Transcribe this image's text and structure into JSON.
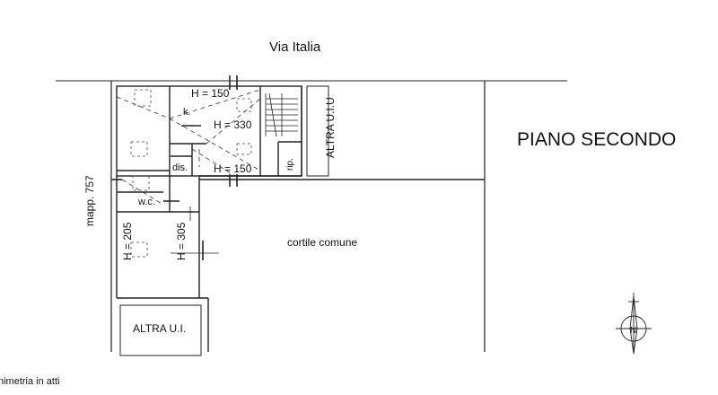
{
  "plan": {
    "street": "Via Italia",
    "floor_title": "PIANO SECONDO",
    "parcel_label": "mapp. 757",
    "neighbor_east": "ALTRA U.I.U",
    "neighbor_south": "ALTRA U.I.",
    "courtyard": "cortile comune",
    "footer_note": "nimetria in atti",
    "north_letter": "N"
  },
  "rooms": {
    "kitchen": "k.",
    "hallway": "dis.",
    "bathroom": "w.c.",
    "storage": "rip."
  },
  "heights": {
    "upper_top": "H = 150",
    "kitchen_main": "H = 330",
    "upper_bottom": "H = 150",
    "bedroom_left": "H = 205",
    "bedroom_right": "H = 305"
  },
  "colors": {
    "line": "#222222",
    "text": "#111111",
    "background": "#ffffff"
  }
}
